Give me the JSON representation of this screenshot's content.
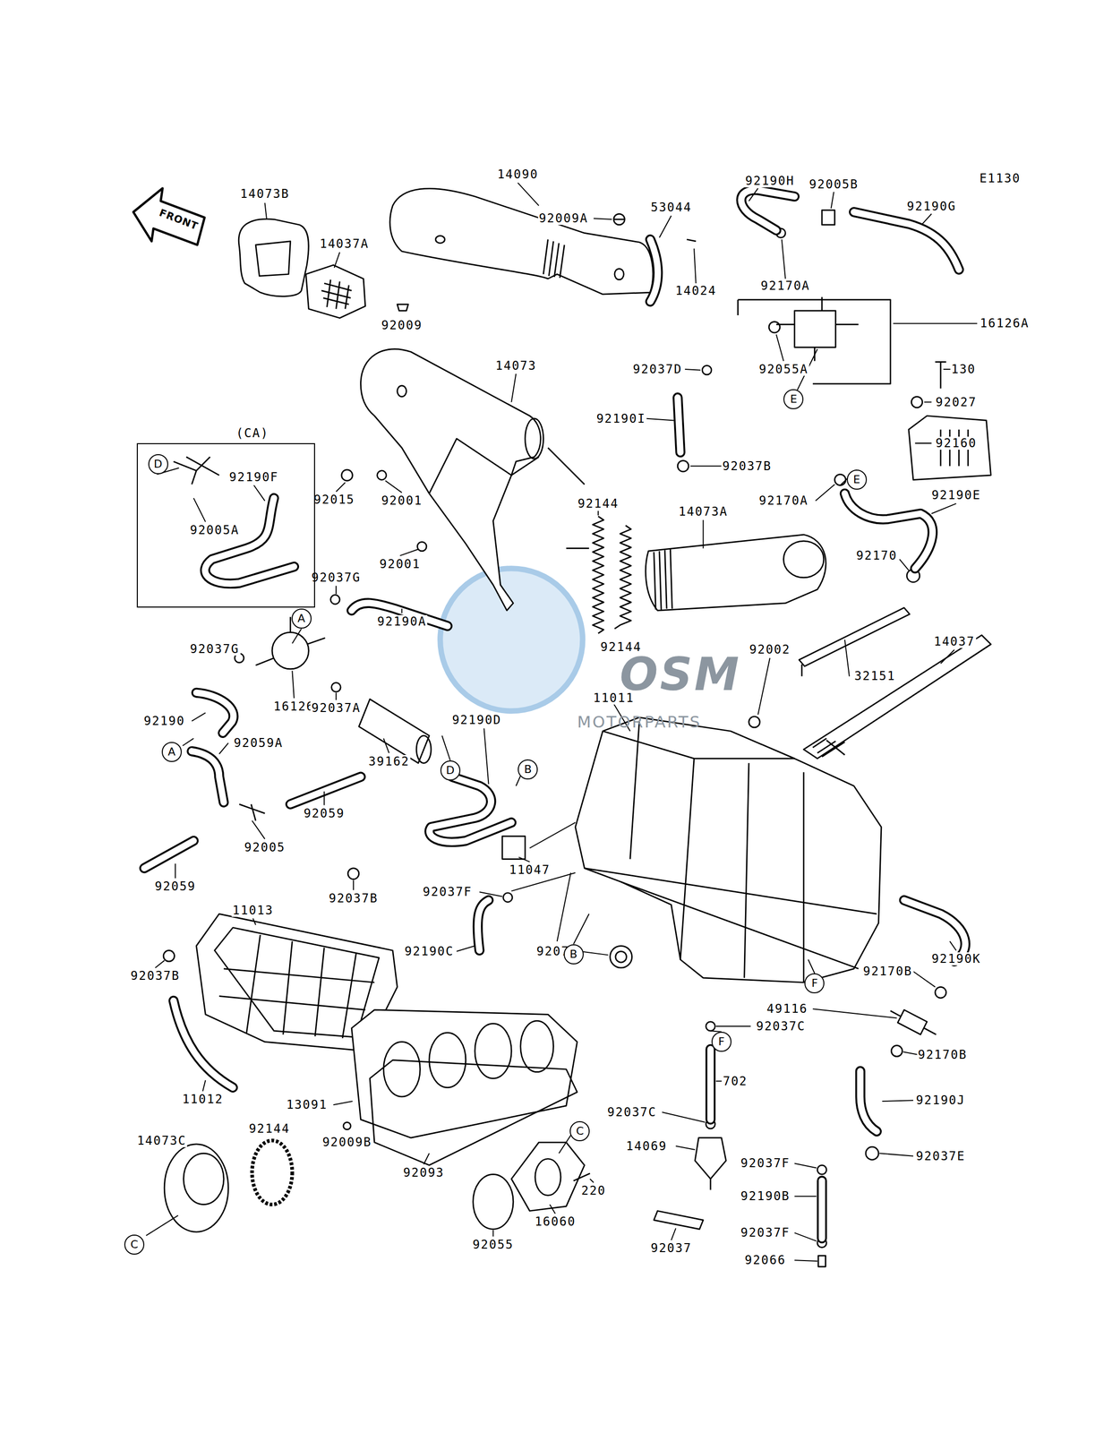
{
  "diagram": {
    "nodes": [
      {
        "text": [
          "(CA)"
        ]
      },
      {
        "text": [
          "D"
        ],
        "in": 0
      },
      {
        "text": [
          "E"
        ]
      },
      {
        "text": [
          "E"
        ]
      },
      {
        "text": [
          "A"
        ]
      },
      {
        "text": [
          "A"
        ]
      },
      {
        "text": [
          "B"
        ]
      },
      {
        "text": [
          "D"
        ]
      },
      {
        "text": [
          "B"
        ]
      },
      {
        "text": [
          "F"
        ]
      },
      {
        "text": [
          "F"
        ]
      },
      {
        "text": [
          "C"
        ]
      },
      {
        "text": [
          "C"
        ]
      }
    ],
    "labels": [
      "E1130",
      "14090",
      "92190H",
      "92005B",
      "92190G",
      "14073B",
      "92009A",
      "53044",
      "14037A",
      "14024",
      "92170A",
      "16126A",
      "92009",
      "14073",
      "92037D",
      "92055A",
      "130",
      "92027",
      "92190I",
      "92160",
      "92190F",
      "92015",
      "92001",
      "92037B",
      "92005A",
      "92144",
      "14073A",
      "92170A",
      "92190E",
      "92001",
      "92037G",
      "92170",
      "92190A",
      "92144",
      "92002",
      "14037",
      "32151",
      "92037G",
      "16126",
      "92037A",
      "11011",
      "92190",
      "92190D",
      "92059A",
      "39162",
      "92059",
      "92005",
      "11047",
      "92037B",
      "92059",
      "92037F",
      "11013",
      "92190C",
      "92071",
      "92190K",
      "92170B",
      "49116",
      "92037C",
      "92170B",
      "92037B",
      "11012",
      "13091",
      "92144",
      "14073C",
      "92009B",
      "702",
      "92190J",
      "92037C",
      "14069",
      "92037F",
      "92037E",
      "220",
      "92093",
      "16060",
      "92190B",
      "92055",
      "92037",
      "92037F",
      "92066",
      "FRONT",
      "OSM",
      "MOTORPARTS"
    ]
  }
}
